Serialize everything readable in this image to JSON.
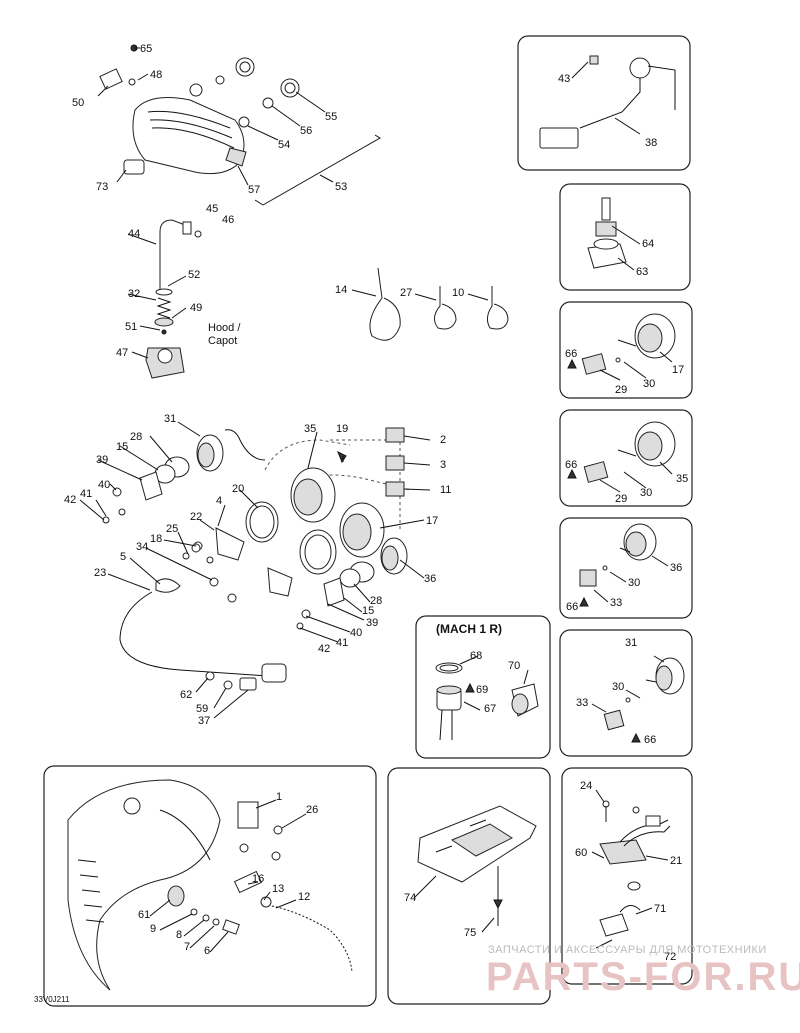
{
  "labels": {
    "p65": "65",
    "p48": "48",
    "p50": "50",
    "p55": "55",
    "p56": "56",
    "p54": "54",
    "p57": "57",
    "p73": "73",
    "p53": "53",
    "p45": "45",
    "p46": "46",
    "p44": "44",
    "p52": "52",
    "p32": "32",
    "p49": "49",
    "p51": "51",
    "p47": "47",
    "hood1": "Hood /",
    "hood2": "Capot",
    "p14": "14",
    "p27": "27",
    "p10": "10",
    "p43": "43",
    "p38": "38",
    "p64": "64",
    "p63": "63",
    "b3_66": "66",
    "b3_29": "29",
    "b3_30": "30",
    "b3_17": "17",
    "b4_66": "66",
    "b4_29": "29",
    "b4_30": "30",
    "b4_35": "35",
    "b5_36": "36",
    "b5_30": "30",
    "b5_33": "33",
    "b5_66": "66",
    "b6_31": "31",
    "b6_30": "30",
    "b6_33": "33",
    "b6_66": "66",
    "mach": "(MACH 1 R)",
    "m68": "68",
    "m69": "69",
    "m67": "67",
    "m70": "70",
    "c31": "31",
    "c35": "35",
    "c19": "19",
    "c2": "2",
    "c3": "3",
    "c11": "11",
    "c28": "28",
    "c15": "15",
    "c39": "39",
    "c40": "40",
    "c41": "41",
    "c42": "42",
    "c20": "20",
    "c4": "4",
    "c22": "22",
    "c17": "17",
    "c18": "18",
    "c25": "25",
    "c34": "34",
    "c5": "5",
    "c23": "23",
    "c36": "36",
    "c28b": "28",
    "c15b": "15",
    "c39b": "39",
    "c40b": "40",
    "c41b": "41",
    "c42b": "42",
    "c62": "62",
    "c59": "59",
    "c37": "37",
    "f1": "1",
    "f26": "26",
    "f16": "16",
    "f13": "13",
    "f12": "12",
    "f61": "61",
    "f9": "9",
    "f8": "8",
    "f7": "7",
    "f6": "6",
    "t74": "74",
    "t75": "75",
    "r24": "24",
    "r60": "60",
    "r21": "21",
    "r71": "71",
    "r72": "72",
    "code": "33V0J211"
  },
  "watermark": {
    "line1": "ЗАПЧАСТИ И АКСЕССУАРЫ ДЛЯ МОТОТЕХНИКИ",
    "line2": "PARTS-FOR.RU"
  }
}
